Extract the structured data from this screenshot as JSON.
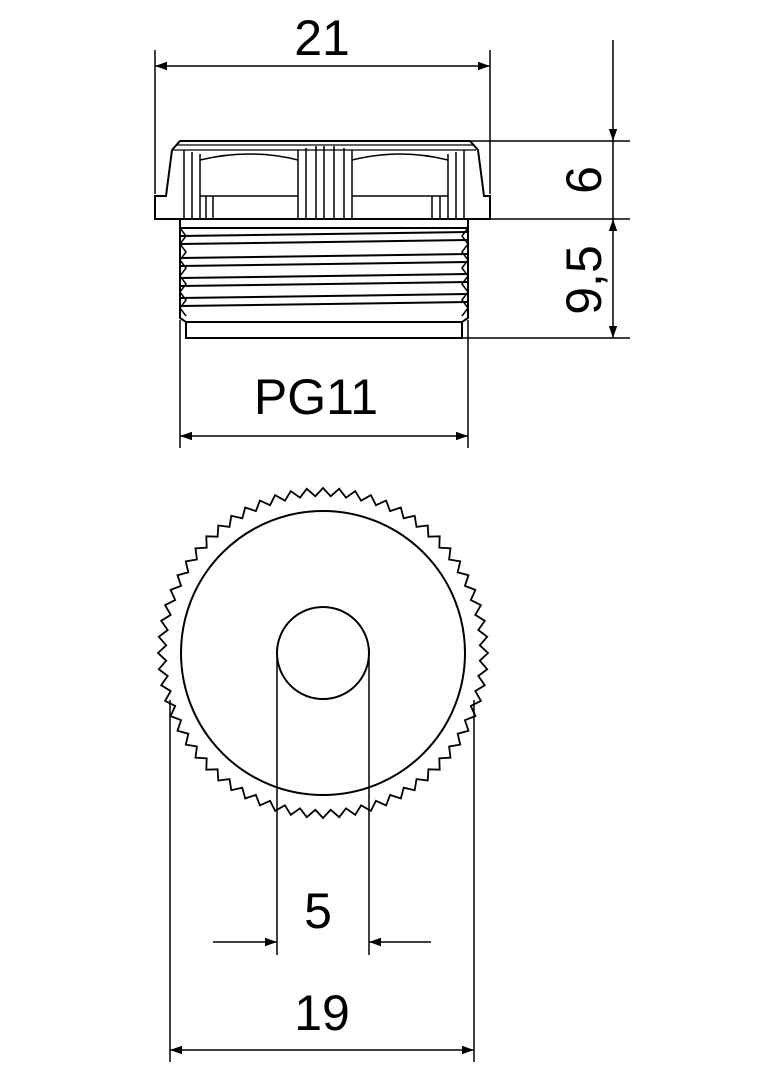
{
  "drawing": {
    "dimensions": {
      "total_width": "21",
      "head_height": "6",
      "thread_length": "9,5",
      "thread_size": "PG11",
      "hole_diameter": "5",
      "head_diameter": "19"
    }
  }
}
